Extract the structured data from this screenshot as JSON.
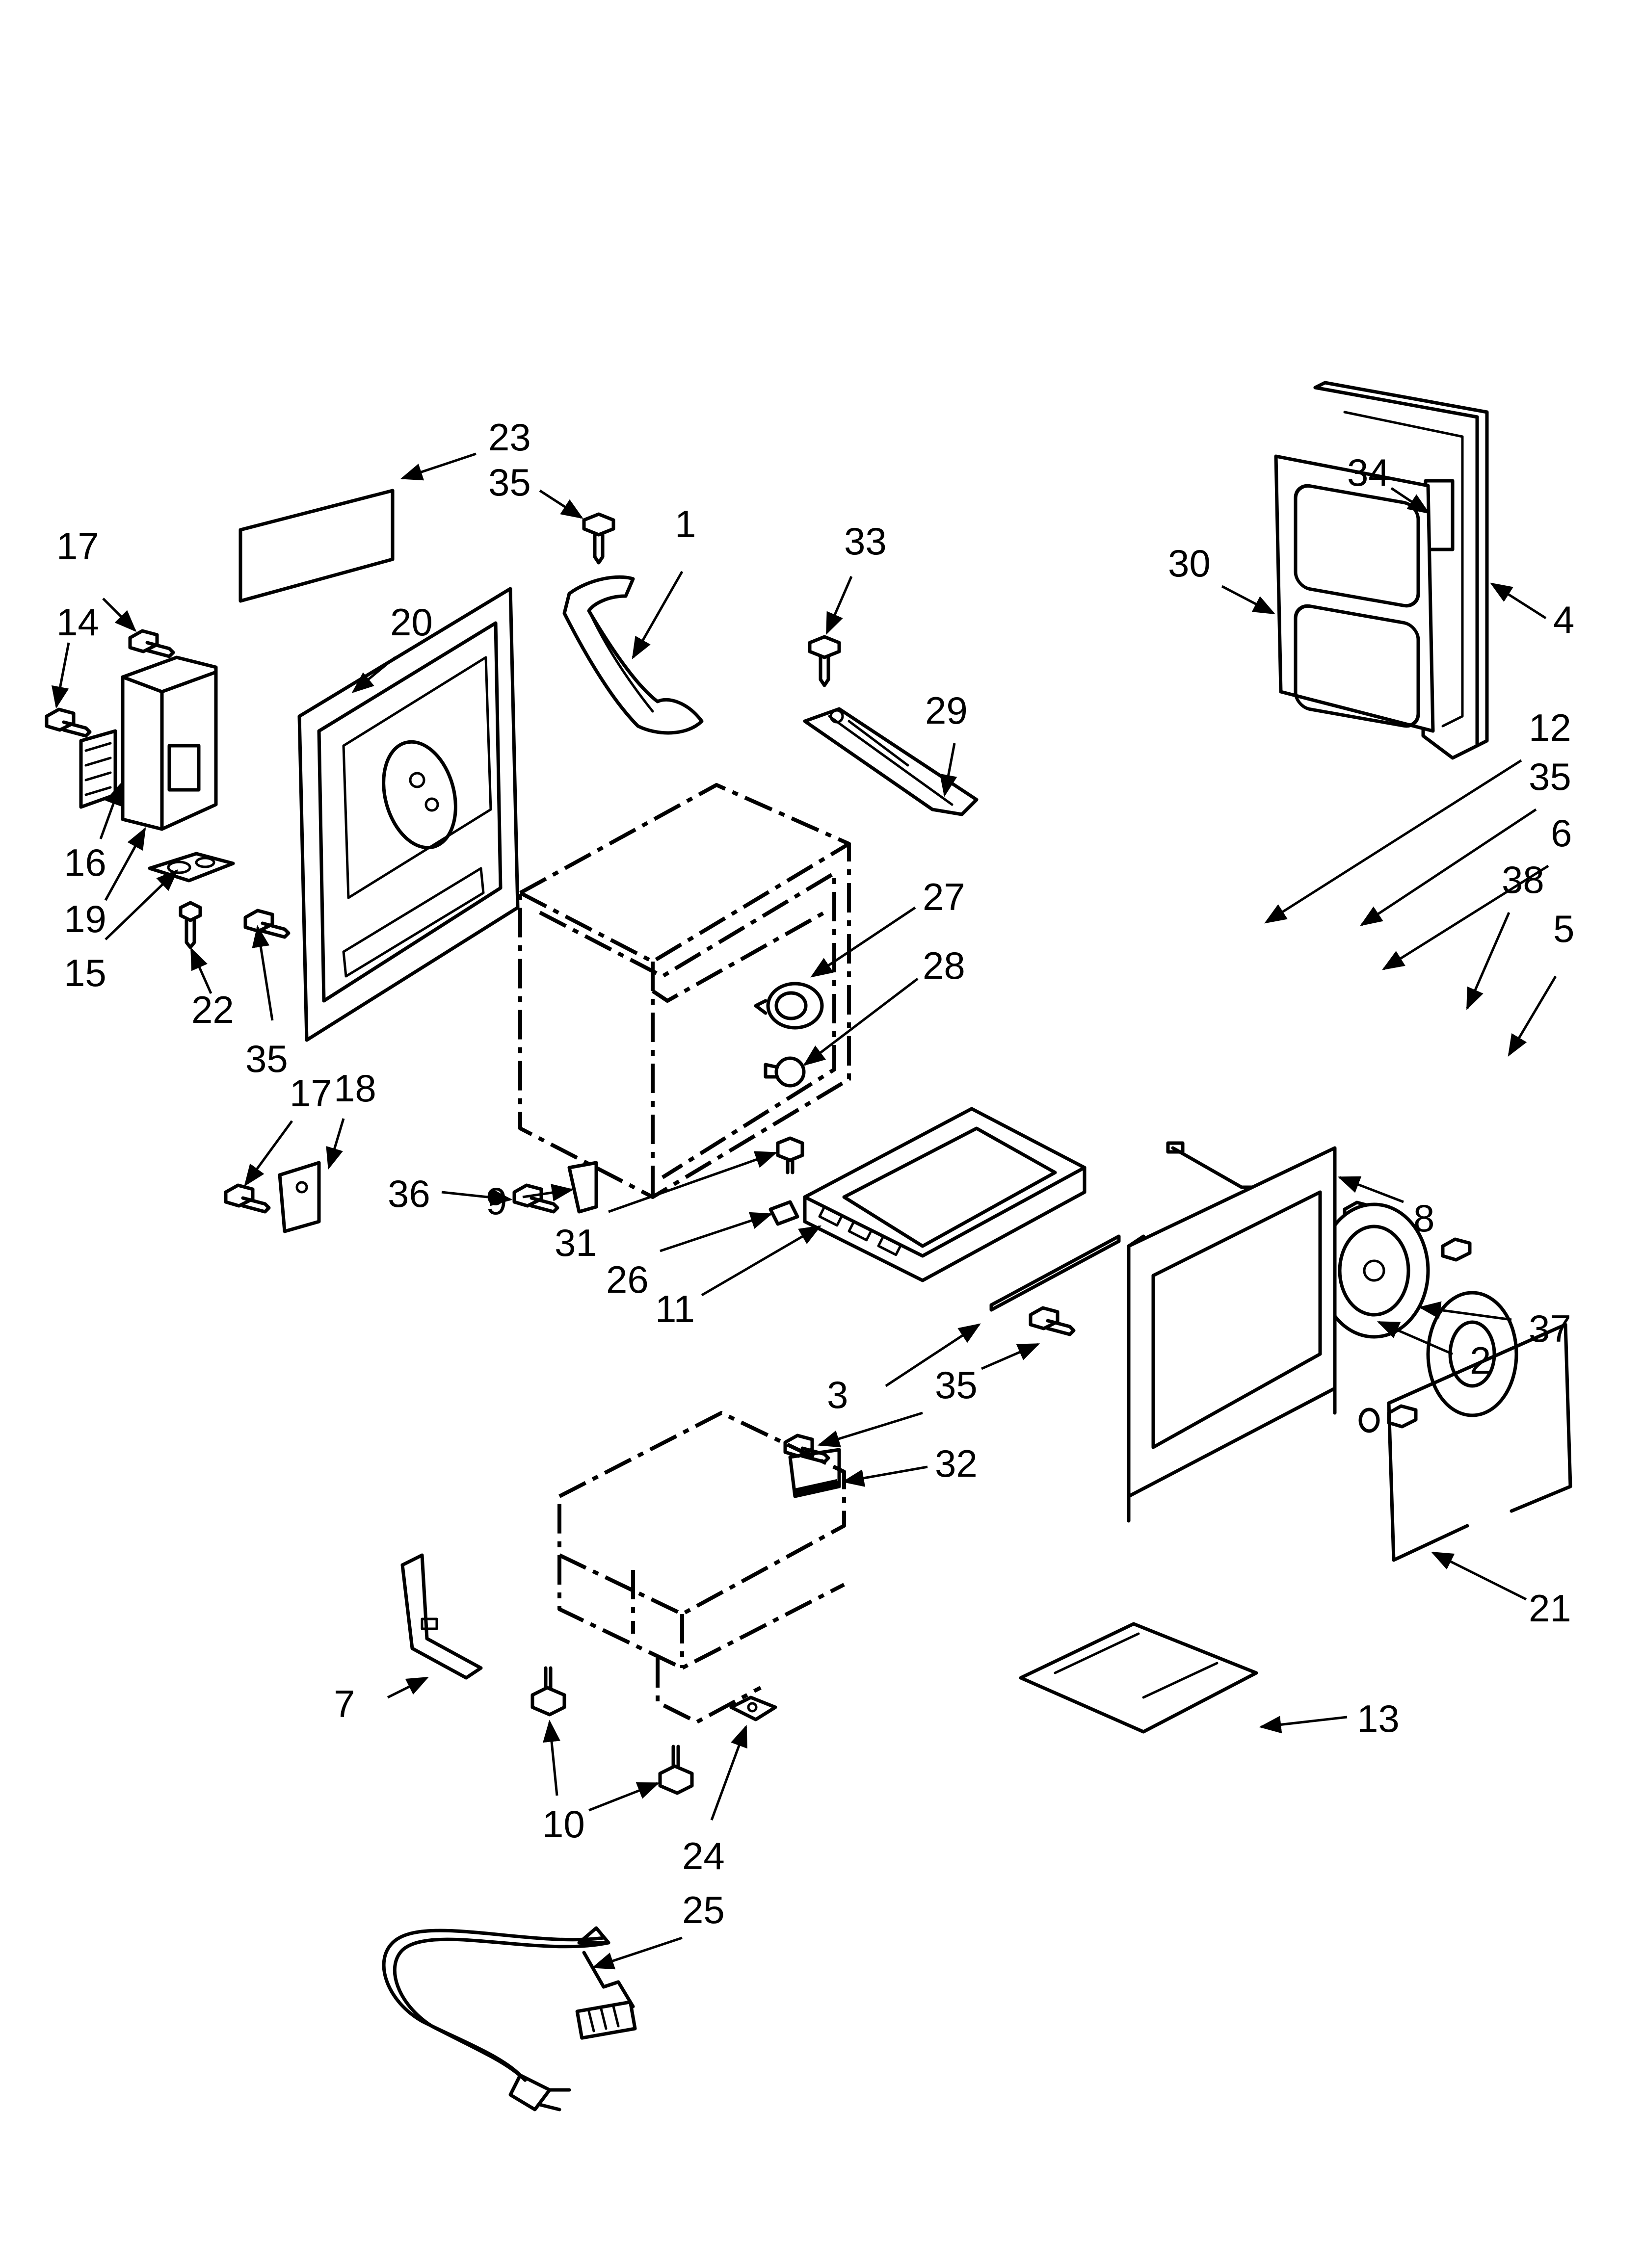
{
  "callouts": [
    {
      "id": "c-23a",
      "text": "23"
    },
    {
      "id": "c-35a",
      "text": "35"
    },
    {
      "id": "c-1",
      "text": "1"
    },
    {
      "id": "c-33",
      "text": "33"
    },
    {
      "id": "c-34",
      "text": "34"
    },
    {
      "id": "c-30",
      "text": "30"
    },
    {
      "id": "c-4",
      "text": "4"
    },
    {
      "id": "c-17a",
      "text": "17"
    },
    {
      "id": "c-14",
      "text": "14"
    },
    {
      "id": "c-20",
      "text": "20"
    },
    {
      "id": "c-29",
      "text": "29"
    },
    {
      "id": "c-12",
      "text": "12"
    },
    {
      "id": "c-35b",
      "text": "35"
    },
    {
      "id": "c-6",
      "text": "6"
    },
    {
      "id": "c-38",
      "text": "38"
    },
    {
      "id": "c-5",
      "text": "5"
    },
    {
      "id": "c-16",
      "text": "16"
    },
    {
      "id": "c-19",
      "text": "19"
    },
    {
      "id": "c-15",
      "text": "15"
    },
    {
      "id": "c-27",
      "text": "27"
    },
    {
      "id": "c-28",
      "text": "28"
    },
    {
      "id": "c-22",
      "text": "22"
    },
    {
      "id": "c-35c",
      "text": "35"
    },
    {
      "id": "c-17b",
      "text": "17"
    },
    {
      "id": "c-18",
      "text": "18"
    },
    {
      "id": "c-36",
      "text": "36"
    },
    {
      "id": "c-9",
      "text": "9"
    },
    {
      "id": "c-31",
      "text": "31"
    },
    {
      "id": "c-26",
      "text": "26"
    },
    {
      "id": "c-11",
      "text": "11"
    },
    {
      "id": "c-37",
      "text": "37"
    },
    {
      "id": "c-2",
      "text": "2"
    },
    {
      "id": "c-8",
      "text": "8"
    },
    {
      "id": "c-3",
      "text": "3"
    },
    {
      "id": "c-35d",
      "text": "35"
    },
    {
      "id": "c-32",
      "text": "32"
    },
    {
      "id": "c-21",
      "text": "21"
    },
    {
      "id": "c-7",
      "text": "7"
    },
    {
      "id": "c-13",
      "text": "13"
    },
    {
      "id": "c-10",
      "text": "10"
    },
    {
      "id": "c-24",
      "text": "24"
    },
    {
      "id": "c-25",
      "text": "25"
    }
  ]
}
